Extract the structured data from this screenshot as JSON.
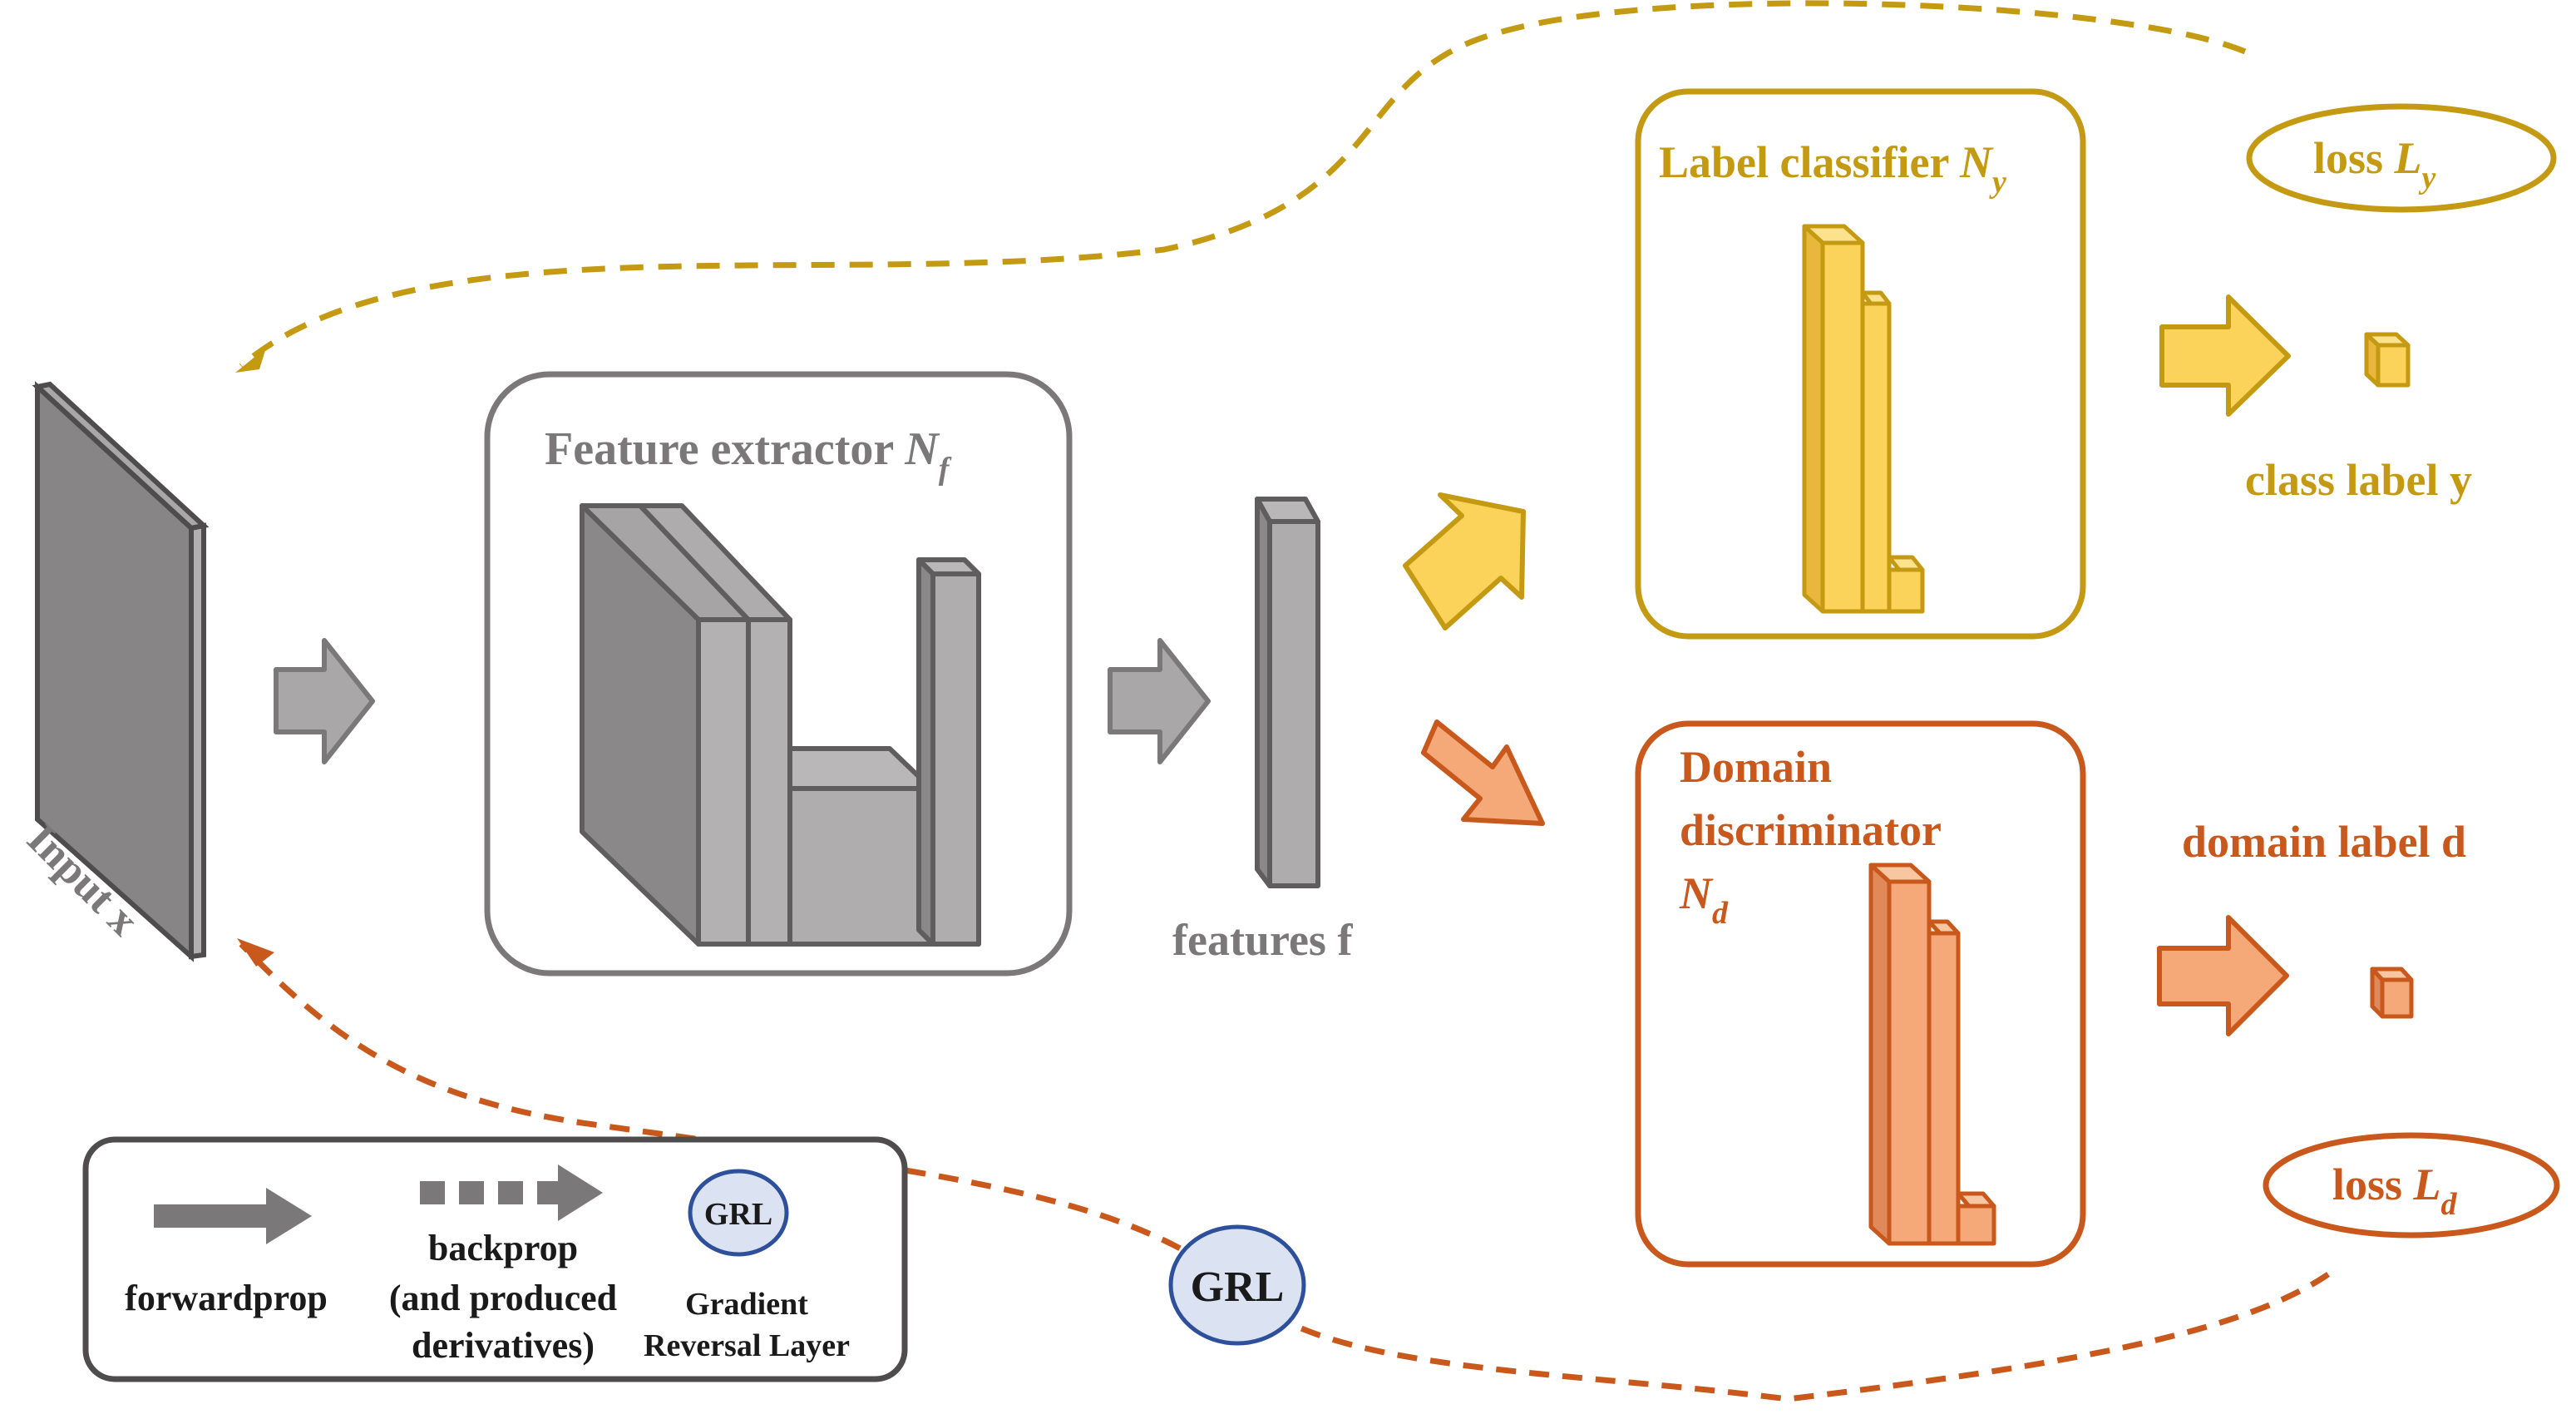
{
  "input": {
    "label": "Input x"
  },
  "feature_extractor": {
    "title": "Feature extractor ",
    "symbol": "N",
    "sub": "f"
  },
  "features": {
    "label": "features f"
  },
  "label_classifier": {
    "title": "Label classifier ",
    "symbol": "N",
    "sub": "y"
  },
  "domain_discriminator": {
    "line1": "Domain",
    "line2": "discriminator",
    "symbol": "N",
    "sub": "d"
  },
  "class_label": {
    "label": "class label y"
  },
  "domain_label": {
    "label": "domain label d"
  },
  "loss_y": {
    "text": "loss ",
    "symbol": "L",
    "sub": "y"
  },
  "loss_d": {
    "text": "loss ",
    "symbol": "L",
    "sub": "d"
  },
  "grl": {
    "label": "GRL"
  },
  "legend": {
    "forwardprop": "forwardprop",
    "backprop_line1": "backprop",
    "backprop_line2": "(and produced",
    "backprop_line3": "derivatives)",
    "grl_badge": "GRL",
    "grl_line1": "Gradient",
    "grl_line2": "Reversal Layer"
  },
  "colors": {
    "gray": "#7a7878",
    "gray_dark": "#5f5d5d",
    "gold": "#c49a12",
    "gold_fill": "#fbd25a",
    "orange": "#c8581c",
    "orange_fill": "#f5a878",
    "grl_fill": "#dbe3f3",
    "grl_stroke": "#2e4f9a"
  }
}
